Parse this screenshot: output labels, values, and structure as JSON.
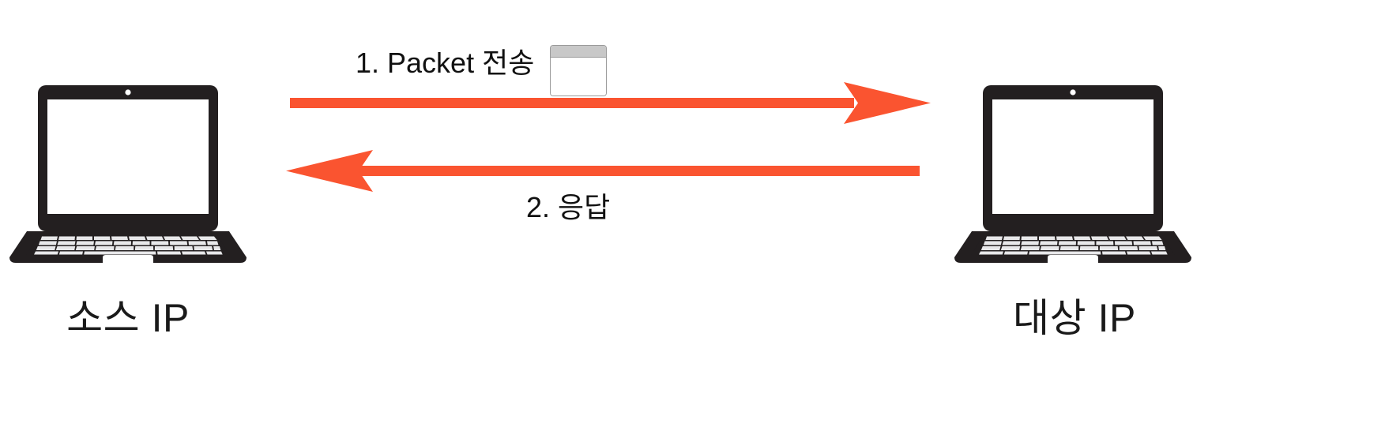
{
  "diagram": {
    "title": "Packet transmission between source and target IP",
    "background_color": "#ffffff",
    "accent_color": "#fa5430",
    "device_color": "#231f20"
  },
  "nodes": [
    {
      "id": "source",
      "caption": "소스 IP",
      "icon": "laptop-icon"
    },
    {
      "id": "target",
      "caption": "대상 IP",
      "icon": "laptop-icon"
    }
  ],
  "flows": [
    {
      "id": "request",
      "label": "1. Packet 전송",
      "direction": "left-to-right",
      "color": "#fa5430",
      "has_packet_icon": true
    },
    {
      "id": "response",
      "label": "2. 응답",
      "direction": "right-to-left",
      "color": "#fa5430",
      "has_packet_icon": false
    }
  ],
  "packet_icon": {
    "name": "packet-window-icon",
    "titlebar_color": "#c8c8c8",
    "body_color": "#ffffff",
    "border_color": "#9a9a9a"
  }
}
